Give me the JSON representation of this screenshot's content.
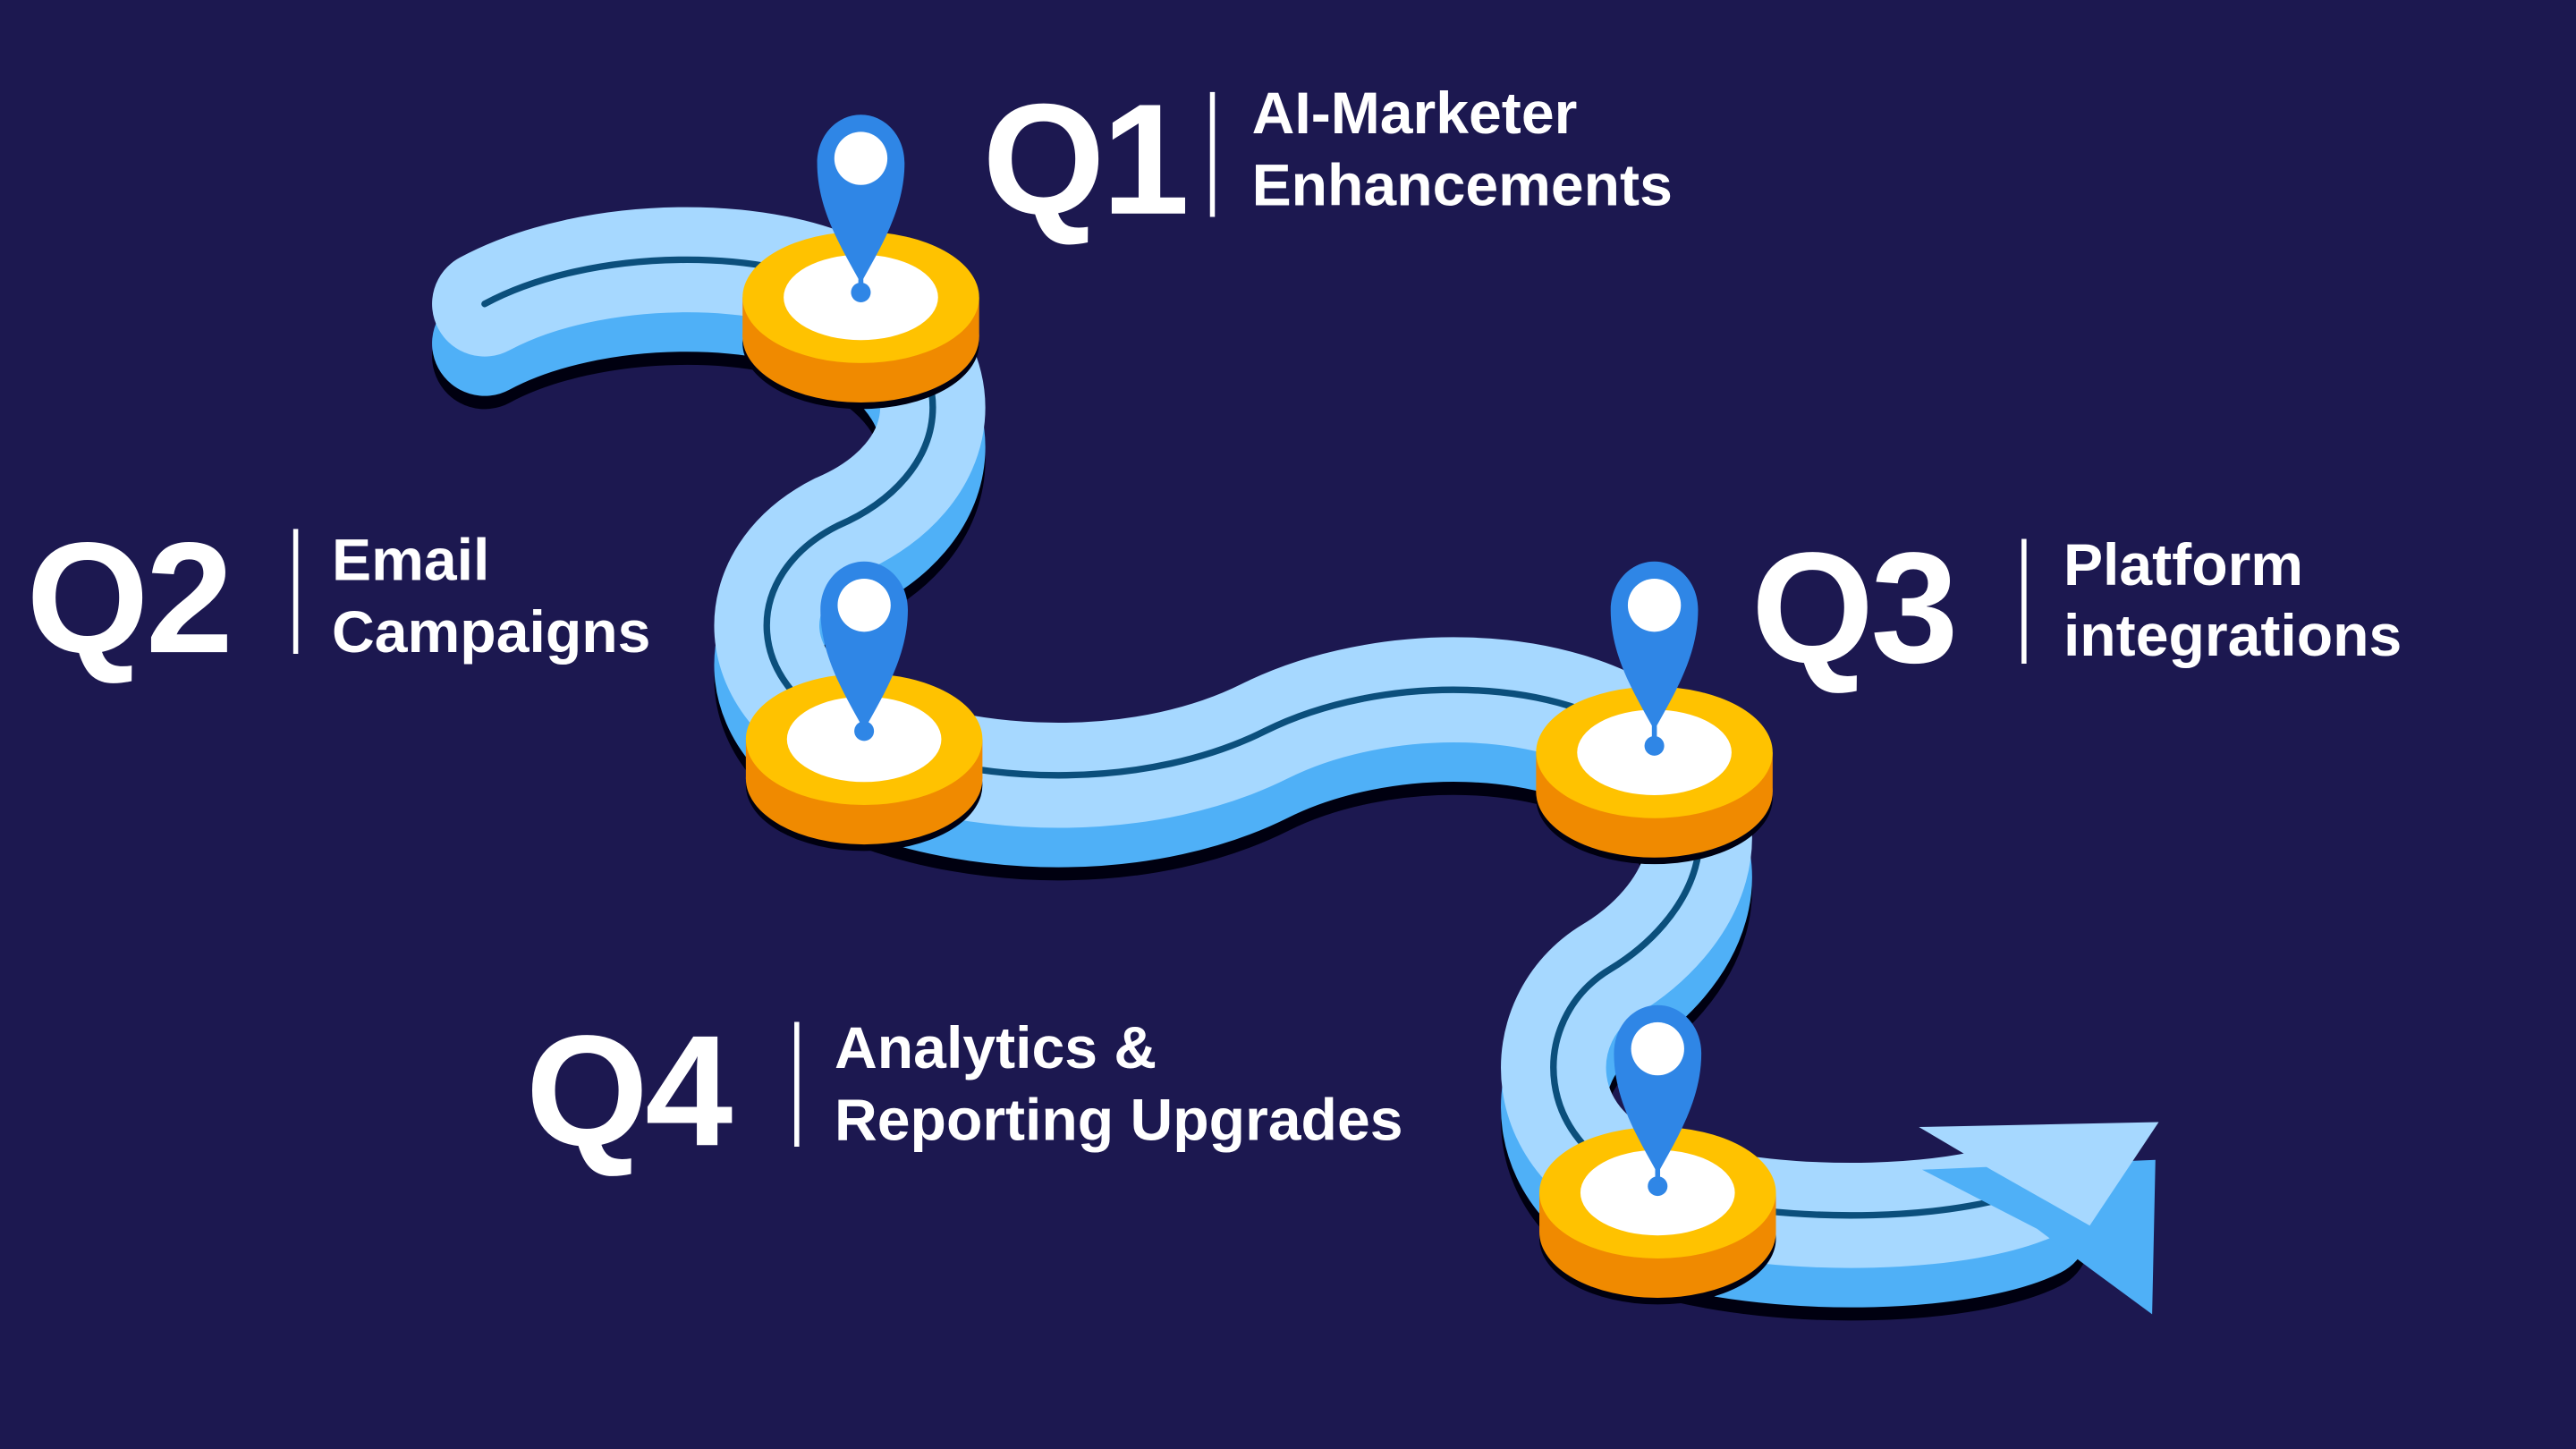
{
  "colors": {
    "background": "#1c1850",
    "road_top": "#a6d8ff",
    "road_side": "#4fb0f7",
    "road_line": "#0b4f7c",
    "disc_top": "#ffc200",
    "disc_side": "#f08a00",
    "pin": "#2f86e6"
  },
  "milestones": [
    {
      "quarter": "Q1",
      "line1": "AI-Marketer",
      "line2": "Enhancements"
    },
    {
      "quarter": "Q2",
      "line1": "Email",
      "line2": "Campaigns"
    },
    {
      "quarter": "Q3",
      "line1": "Platform",
      "line2": "integrations"
    },
    {
      "quarter": "Q4",
      "line1": "Analytics &",
      "line2": "Reporting Upgrades"
    }
  ]
}
